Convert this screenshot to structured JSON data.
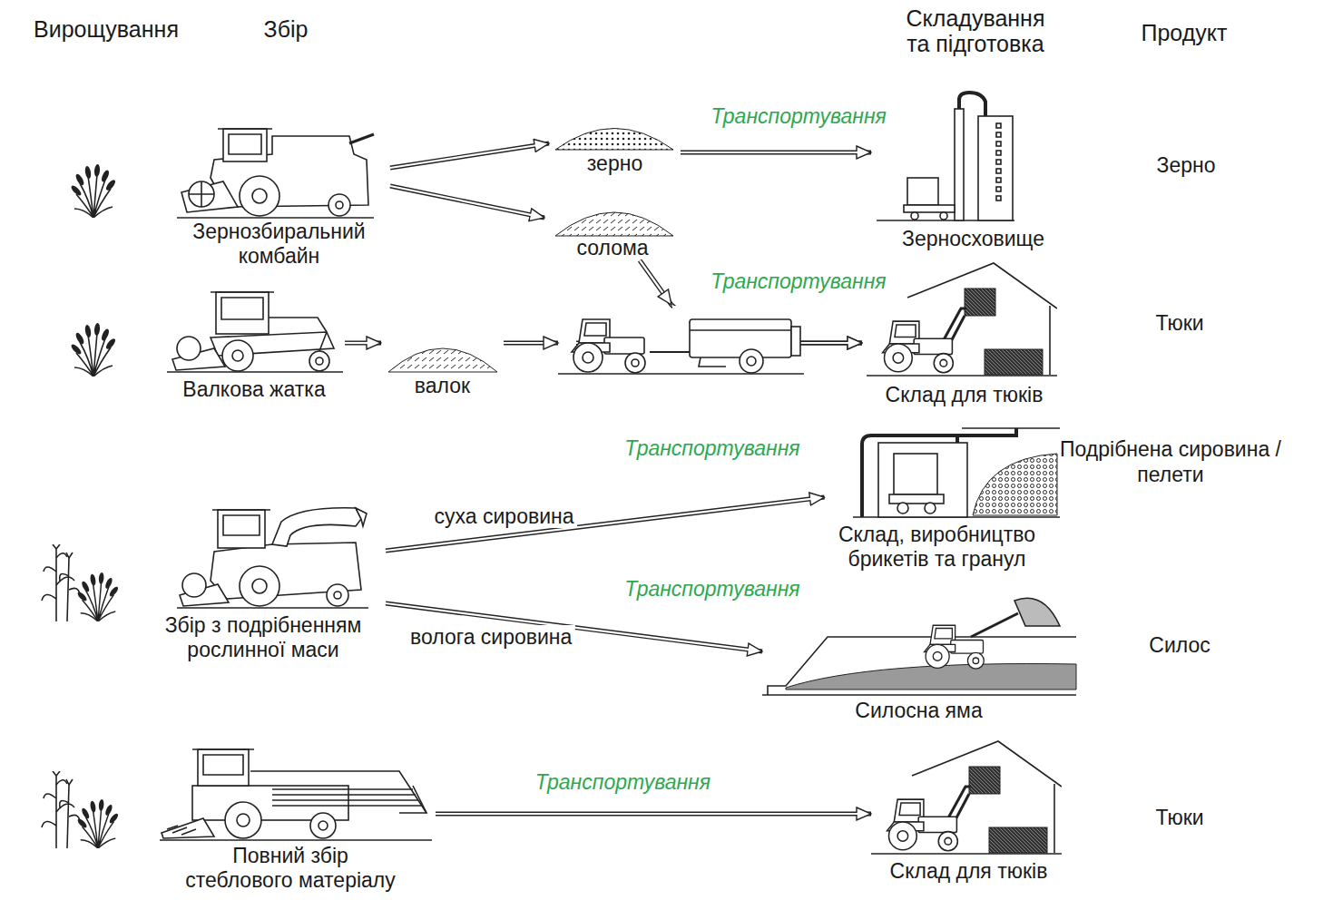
{
  "diagram": {
    "nodes": [
      {
        "text": [
          "Зернозбиральний комбайн"
        ]
      },
      {
        "text": [
          "зерно"
        ]
      },
      {
        "text": [
          "солома"
        ]
      },
      {
        "text": [
          "Зерносховище"
        ]
      },
      {
        "text": [
          "Валкова жатка"
        ]
      },
      {
        "text": [
          "валок"
        ]
      },
      {
        "text": [
          "Склад для тюків"
        ]
      },
      {
        "text": [
          "Збір з подрібненням рослинної маси"
        ]
      },
      {
        "text": [
          "Склад, виробництво брикетів та гранул"
        ]
      },
      {
        "text": [
          "Силосна яма"
        ]
      },
      {
        "text": [
          "Повний збір стеблового матеріалу"
        ]
      },
      {
        "text": [
          "Склад для тюків"
        ]
      }
    ],
    "edges": [
      {
        "from": 0,
        "to": 1,
        "arrow": "to"
      },
      {
        "from": 0,
        "to": 2,
        "arrow": "to"
      },
      {
        "from": 1,
        "to": 3,
        "label": "Транспортування",
        "arrow": "to"
      },
      {
        "from": 4,
        "to": 5,
        "arrow": "to"
      },
      {
        "from": 5,
        "to": 6,
        "arrow": "to"
      },
      {
        "from": 2,
        "to": 6,
        "arrow": "to"
      },
      {
        "from": 7,
        "to": 8,
        "label": "суха сировина",
        "arrow": "to"
      },
      {
        "from": 7,
        "to": 9,
        "label": "волога сировина",
        "arrow": "to"
      },
      {
        "from": 10,
        "to": 11,
        "label": "Транспортування",
        "arrow": "to"
      }
    ],
    "labels": [
      "Вирощування",
      "Збір",
      "Складування та підготовка",
      "Продукт",
      "Транспортування",
      "Транспортування",
      "Транспортування",
      "Зерно",
      "Тюки",
      "Подрібнена сировина / пелети",
      "Силос",
      "Тюки"
    ]
  }
}
